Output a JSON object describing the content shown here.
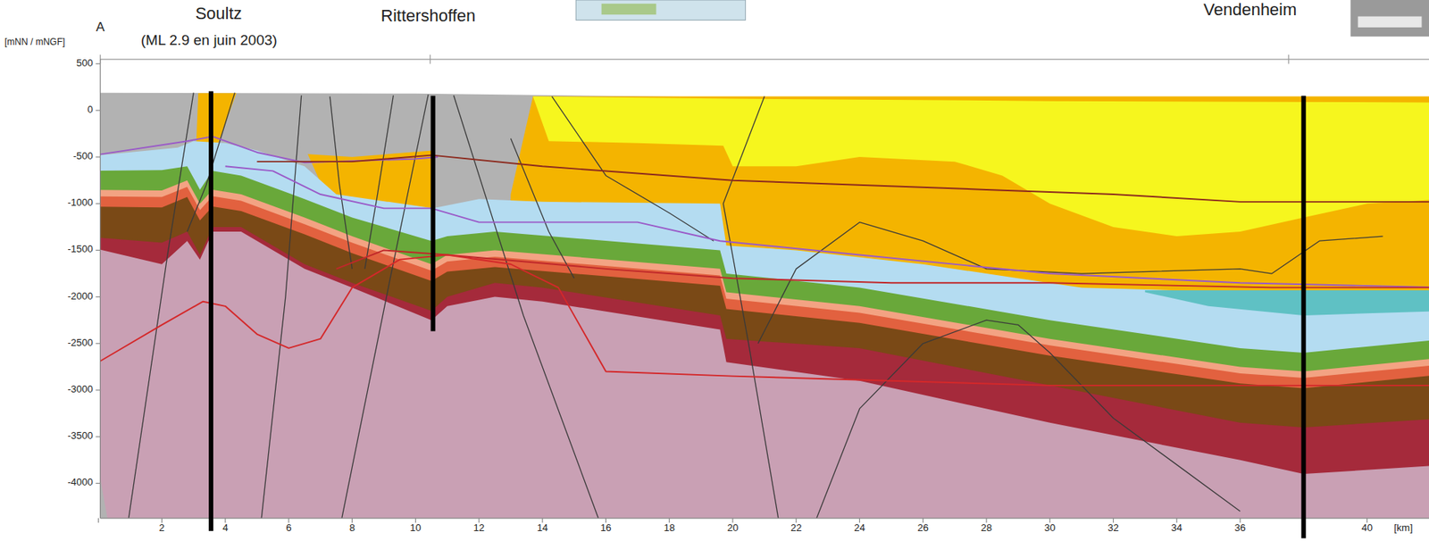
{
  "diagram": {
    "labels": [
      "A",
      "Soultz",
      "(ML 2.9 en juin 2003)",
      "Rittershoffen",
      "Vendenheim",
      "[mNN / mNGF]",
      "500",
      "0",
      "-500",
      "-1000",
      "-1500",
      "-2000",
      "-2500",
      "-3000",
      "-3500",
      "-4000",
      "2",
      "4",
      "6",
      "8",
      "10",
      "12",
      "14",
      "16",
      "18",
      "20",
      "22",
      "24",
      "26",
      "28",
      "30",
      "32",
      "34",
      "36",
      "40",
      "[km]"
    ]
  }
}
